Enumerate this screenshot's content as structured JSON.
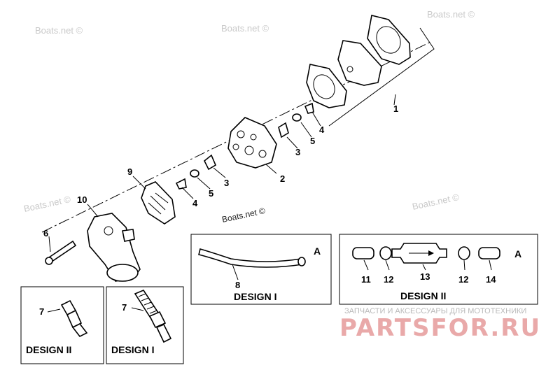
{
  "watermarks": {
    "top_left": "Boats.net ©",
    "top_mid": "Boats.net ©",
    "top_right": "Boats.net ©",
    "center": "Boats.net ©",
    "right_mid": "Boats.net ©",
    "left_mid": "Boats.net ©"
  },
  "callouts": {
    "n1": "1",
    "n2": "2",
    "n3a": "3",
    "n3b": "3",
    "n4a": "4",
    "n4b": "4",
    "n5a": "5",
    "n5b": "5",
    "n6": "6",
    "n7a": "7",
    "n7b": "7",
    "n8": "8",
    "n9": "9",
    "n10": "10",
    "n11": "11",
    "n12a": "12",
    "n12b": "12",
    "n13": "13",
    "n14": "14"
  },
  "arrow_refs": {
    "a1": "A",
    "a2": "A"
  },
  "captions": {
    "design_i_hose": "DESIGN I",
    "design_ii_filter": "DESIGN II",
    "design_ii_fitting": "DESIGN II",
    "design_i_fitting": "DESIGN I"
  },
  "brand": {
    "subtitle": "ЗАПЧАСТИ И АКСЕССУАРЫ ДЛЯ МОТОТЕХНИКИ",
    "logo": "PARTSFOR.RU"
  }
}
